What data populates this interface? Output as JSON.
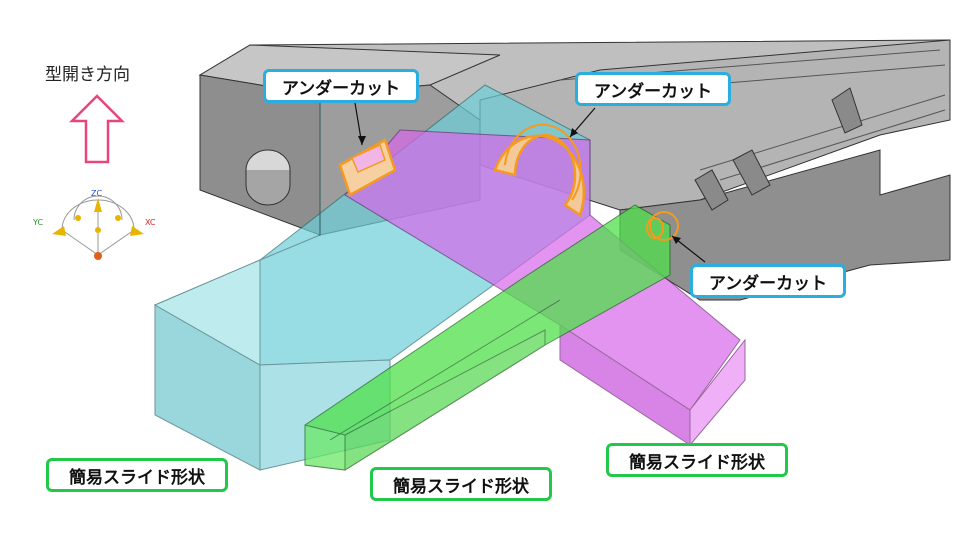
{
  "mold_direction_label": "型開き方向",
  "undercut_labels": [
    "アンダーカット",
    "アンダーカット",
    "アンダーカット"
  ],
  "slide_labels": [
    "簡易スライド形状",
    "簡易スライド形状",
    "簡易スライド形状"
  ],
  "axes": {
    "zc": "ZC",
    "yc": "YC",
    "xc": "XC"
  },
  "colors": {
    "callout_blue": "#2aaee0",
    "callout_green": "#21c84a",
    "arrow_pink": "#e8457f",
    "undercut_orange": "#f59a1e",
    "slide_cyan": "#5ec7cf",
    "slide_magenta": "#d65be6",
    "slide_green": "#3fd840",
    "part_gray": "#9a9a9a"
  }
}
